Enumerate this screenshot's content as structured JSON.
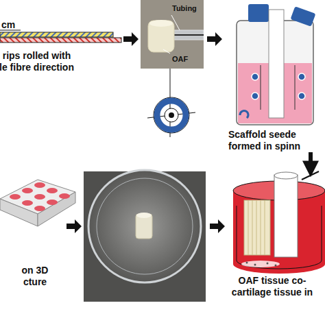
{
  "diagram": {
    "nodes": [
      {
        "text": [
          "Tubing",
          "OAF"
        ]
      },
      {
        "text": [
          "rips rolled with le fibre direction"
        ]
      },
      {
        "text": [
          "Scaffold seede formed in spinn"
        ]
      },
      {
        "text": [
          "on 3D cture"
        ]
      },
      {
        "text": [
          "OAF tissue co- cartilage tissue in"
        ]
      }
    ],
    "edges": [
      {
        "from": 2,
        "to": 4,
        "arrow": "to"
      }
    ],
    "labels": [
      "cm"
    ]
  }
}
